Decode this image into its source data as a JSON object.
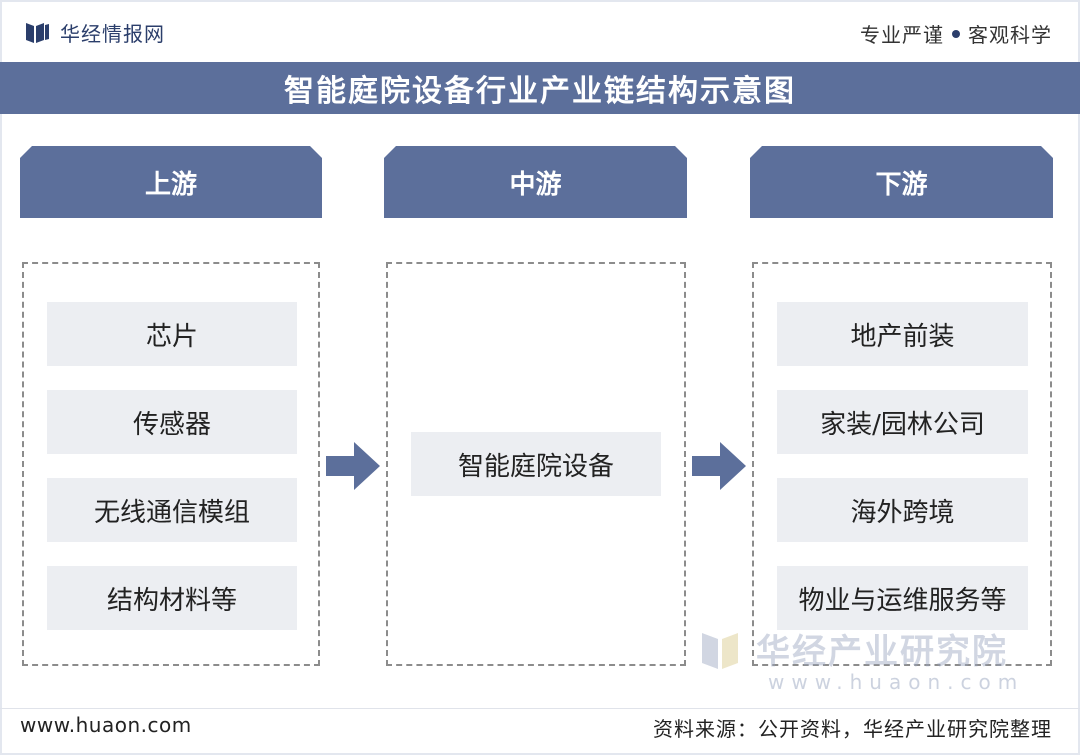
{
  "header": {
    "brand": "华经情报网",
    "slogan_left": "专业严谨",
    "slogan_right": "客观科学"
  },
  "title": "智能庭院设备行业产业链结构示意图",
  "stages": [
    {
      "label": "上游",
      "items": [
        "芯片",
        "传感器",
        "无线通信模组",
        "结构材料等"
      ]
    },
    {
      "label": "中游",
      "items": [
        "智能庭院设备"
      ]
    },
    {
      "label": "下游",
      "items": [
        "地产前装",
        "家装/园林公司",
        "海外跨境",
        "物业与运维服务等"
      ]
    }
  ],
  "watermark": {
    "name": "华经产业研究院",
    "url": "www.huaon.com"
  },
  "footer": {
    "website": "www.huaon.com",
    "source": "资料来源：公开资料，华经产业研究院整理"
  },
  "colors": {
    "accent": "#5c6f9b",
    "brand": "#2b3e6b",
    "box_fill": "#eceef2"
  },
  "icons": [
    "logo-icon",
    "arrow-right-icon"
  ]
}
